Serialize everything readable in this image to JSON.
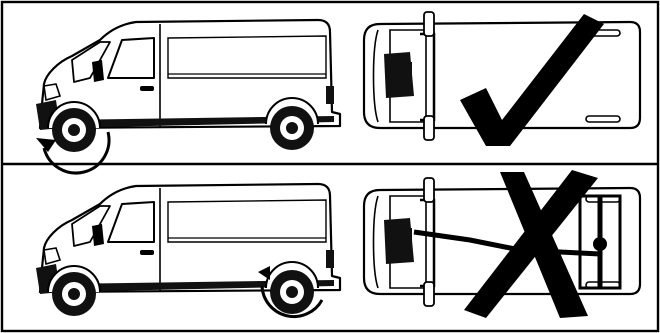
{
  "panels": [
    {
      "id": "front-wheel-drive",
      "driven_wheel": "front",
      "verdict": "correct",
      "verdict_icon": "checkmark-icon"
    },
    {
      "id": "rear-wheel-drive",
      "driven_wheel": "rear",
      "verdict": "incorrect",
      "verdict_icon": "cross-icon"
    }
  ],
  "colors": {
    "stroke": "#000000",
    "background": "#ffffff"
  }
}
